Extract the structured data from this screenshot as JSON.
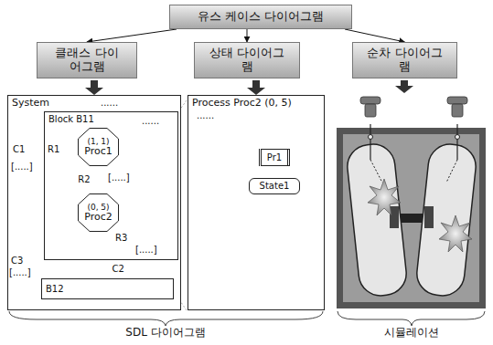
{
  "diagram": {
    "nodes": [
      {
        "text": [
          "유스 케이스 다이어그램"
        ]
      },
      {
        "text": [
          "클래스 다이어그램"
        ]
      },
      {
        "text": [
          "상태 다이어그램"
        ]
      },
      {
        "text": [
          "순차 다이어그램"
        ]
      },
      {
        "text": [
          "System"
        ]
      },
      {
        "text": [
          "Block B11"
        ],
        "in": 4
      },
      {
        "text": [
          "(1, 1)",
          "Proc1"
        ],
        "in": 5
      },
      {
        "text": [
          "(0, 5)",
          "Proc2"
        ],
        "in": 5
      },
      {
        "text": [
          "B12"
        ],
        "in": 4
      },
      {
        "text": [
          "Process Proc2 (0, 5)"
        ]
      },
      {
        "text": [
          "Pr1"
        ],
        "in": 9
      },
      {
        "text": [
          "State1"
        ],
        "in": 9
      }
    ],
    "edges": [
      {
        "from": 0,
        "to": 1,
        "arrow": "to"
      },
      {
        "from": 0,
        "to": 2,
        "arrow": "to"
      },
      {
        "from": 0,
        "to": 3,
        "arrow": "to"
      },
      {
        "from": 1,
        "to": 4,
        "arrow": "to"
      },
      {
        "from": 2,
        "to": 9,
        "arrow": "to"
      },
      {
        "from": 6,
        "to": 7,
        "label": "R2",
        "arrow": "to"
      },
      {
        "from": 5,
        "to": 8,
        "label": "C2",
        "arrow": "to"
      },
      {
        "from": 10,
        "to": 11,
        "arrow": "to"
      }
    ],
    "labels": [
      "C1",
      "[.....]",
      "R1",
      "[.....]",
      "R3",
      "[.....]",
      "C3",
      "[.....]",
      "......",
      "......",
      "......",
      "SDL 다이어그램",
      "시뮬레이션"
    ]
  }
}
